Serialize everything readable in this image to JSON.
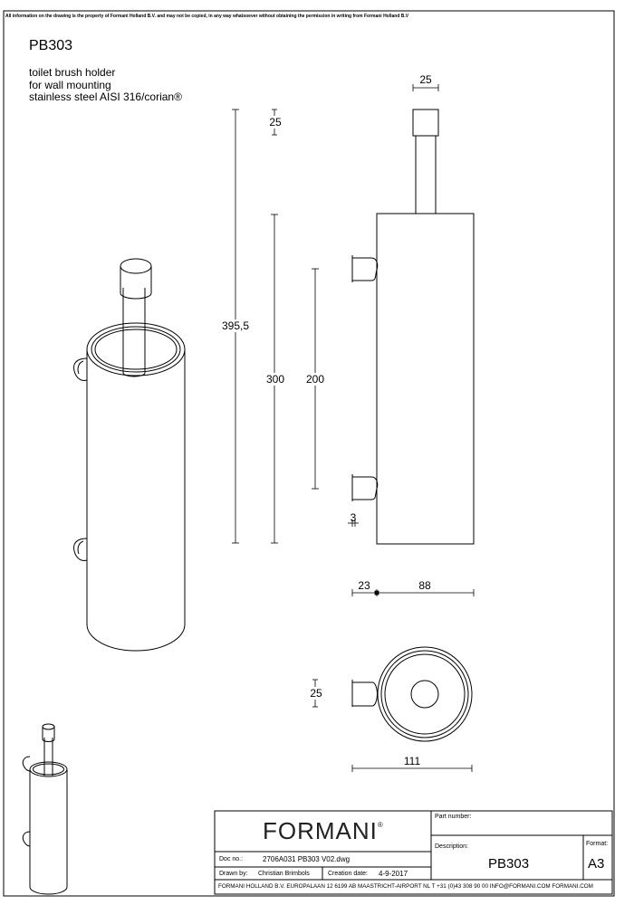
{
  "notice": "All information on the drawing is the property of Formani Holland B.V. and may not be copied, in any way whatsoever without obtaining the permission in writing from Formani Holland B.V",
  "product_code": "PB303",
  "description_lines": [
    "toilet brush holder",
    "for wall mounting",
    "stainless steel AISI 316/corian®"
  ],
  "dimensions": {
    "knob_width": "25",
    "knob_height": "25",
    "total_height": "395,5",
    "body_height": "300",
    "mount_spacing": "200",
    "wall_gap": "3",
    "bracket_depth": "23",
    "body_depth": "88",
    "bracket_width": "25",
    "diameter": "111"
  },
  "title_block": {
    "logo": "FORMANI",
    "registered": "®",
    "part_number_label": "Part number:",
    "description_label": "Description:",
    "description_value": "PB303",
    "format_label": "Format:",
    "format_value": "A3",
    "doc_no_label": "Doc no.:",
    "doc_no_value": "2706A031 PB303 V02.dwg",
    "drawn_by_label": "Drawn by:",
    "drawn_by_value": "Christian Brimbols",
    "creation_date_label": "Creation date:",
    "creation_date_value": "4-9-2017",
    "footer": "FORMANI HOLLAND B.V.  EUROPALAAN 12  6199 AB MAASTRICHT-AIRPORT NL  T +31 (0)43 308 90 00 INFO@FORMANI.COM FORMANI.COM"
  }
}
